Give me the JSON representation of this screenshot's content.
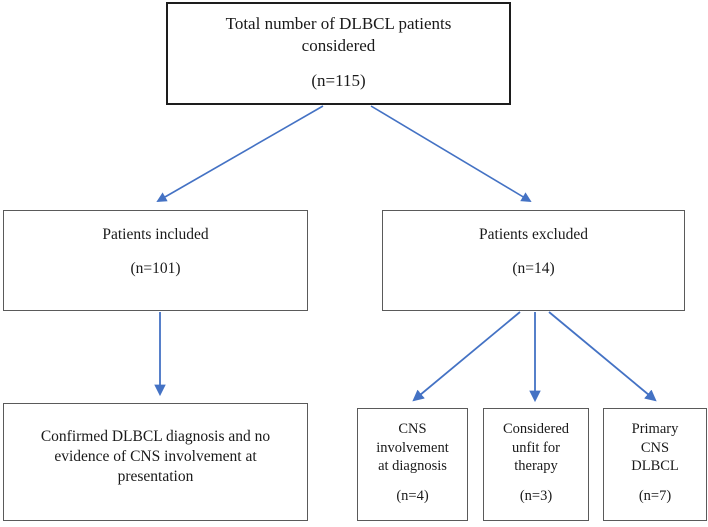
{
  "diagram": {
    "title": "DLBCL patient selection flow diagram",
    "accent_color": "#4472C4",
    "box_border_color": "#5a5a5a",
    "box_border_color_strong": "#1d1d1d",
    "background_color": "#ffffff",
    "text_color": "#1a1a1a"
  },
  "nodes": {
    "total": {
      "line1": "Total number of DLBCL patients",
      "line2": "considered",
      "count": "(n=115)"
    },
    "included": {
      "line1": "Patients included",
      "count": "(n=101)"
    },
    "excluded": {
      "line1": "Patients excluded",
      "count": "(n=14)"
    },
    "confirmed": {
      "line1": "Confirmed DLBCL diagnosis and no",
      "line2": "evidence of CNS involvement at",
      "line3": "presentation"
    },
    "cns_involvement": {
      "line1": "CNS",
      "line2": "involvement",
      "line3": "at diagnosis",
      "count": "(n=4)"
    },
    "unfit": {
      "line1": "Considered",
      "line2": "unfit for",
      "line3": "therapy",
      "count": "(n=3)"
    },
    "primary_cns": {
      "line1": "Primary",
      "line2": "CNS",
      "line3": "DLBCL",
      "count": "(n=7)"
    }
  },
  "edges": [
    {
      "name": "total-to-included",
      "from": "total",
      "to": "included"
    },
    {
      "name": "total-to-excluded",
      "from": "total",
      "to": "excluded"
    },
    {
      "name": "included-to-confirmed",
      "from": "included",
      "to": "confirmed"
    },
    {
      "name": "excluded-to-cns-involvement",
      "from": "excluded",
      "to": "cns_involvement"
    },
    {
      "name": "excluded-to-unfit",
      "from": "excluded",
      "to": "unfit"
    },
    {
      "name": "excluded-to-primary-cns",
      "from": "excluded",
      "to": "primary_cns"
    }
  ],
  "chart_data": {
    "type": "diagram",
    "title": "Total number of DLBCL patients considered",
    "total": 115,
    "included": 101,
    "excluded": 14,
    "exclusion_reasons": [
      {
        "label": "CNS involvement at diagnosis",
        "value": 4
      },
      {
        "label": "Considered unfit for therapy",
        "value": 3
      },
      {
        "label": "Primary CNS DLBCL",
        "value": 7
      }
    ]
  }
}
